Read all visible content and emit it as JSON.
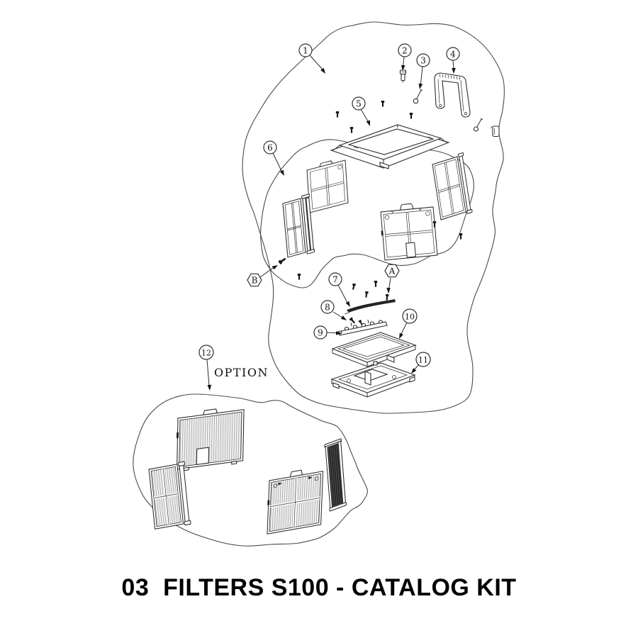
{
  "title": "03  FILTERS S100 - CATALOG KIT",
  "option_label": "OPTION",
  "callouts": {
    "c1": "1",
    "c2": "2",
    "c3": "3",
    "c4": "4",
    "c5": "5",
    "c6": "6",
    "c7": "7",
    "c8": "8",
    "c9": "9",
    "c10": "10",
    "c11": "11",
    "c12": "12",
    "cA": "A",
    "cB": "B"
  },
  "colors": {
    "background": "#ffffff",
    "line": "#2d2d2d",
    "blob_outline": "#4a4a4a",
    "dark_part": "#242424",
    "text": "#000000"
  }
}
